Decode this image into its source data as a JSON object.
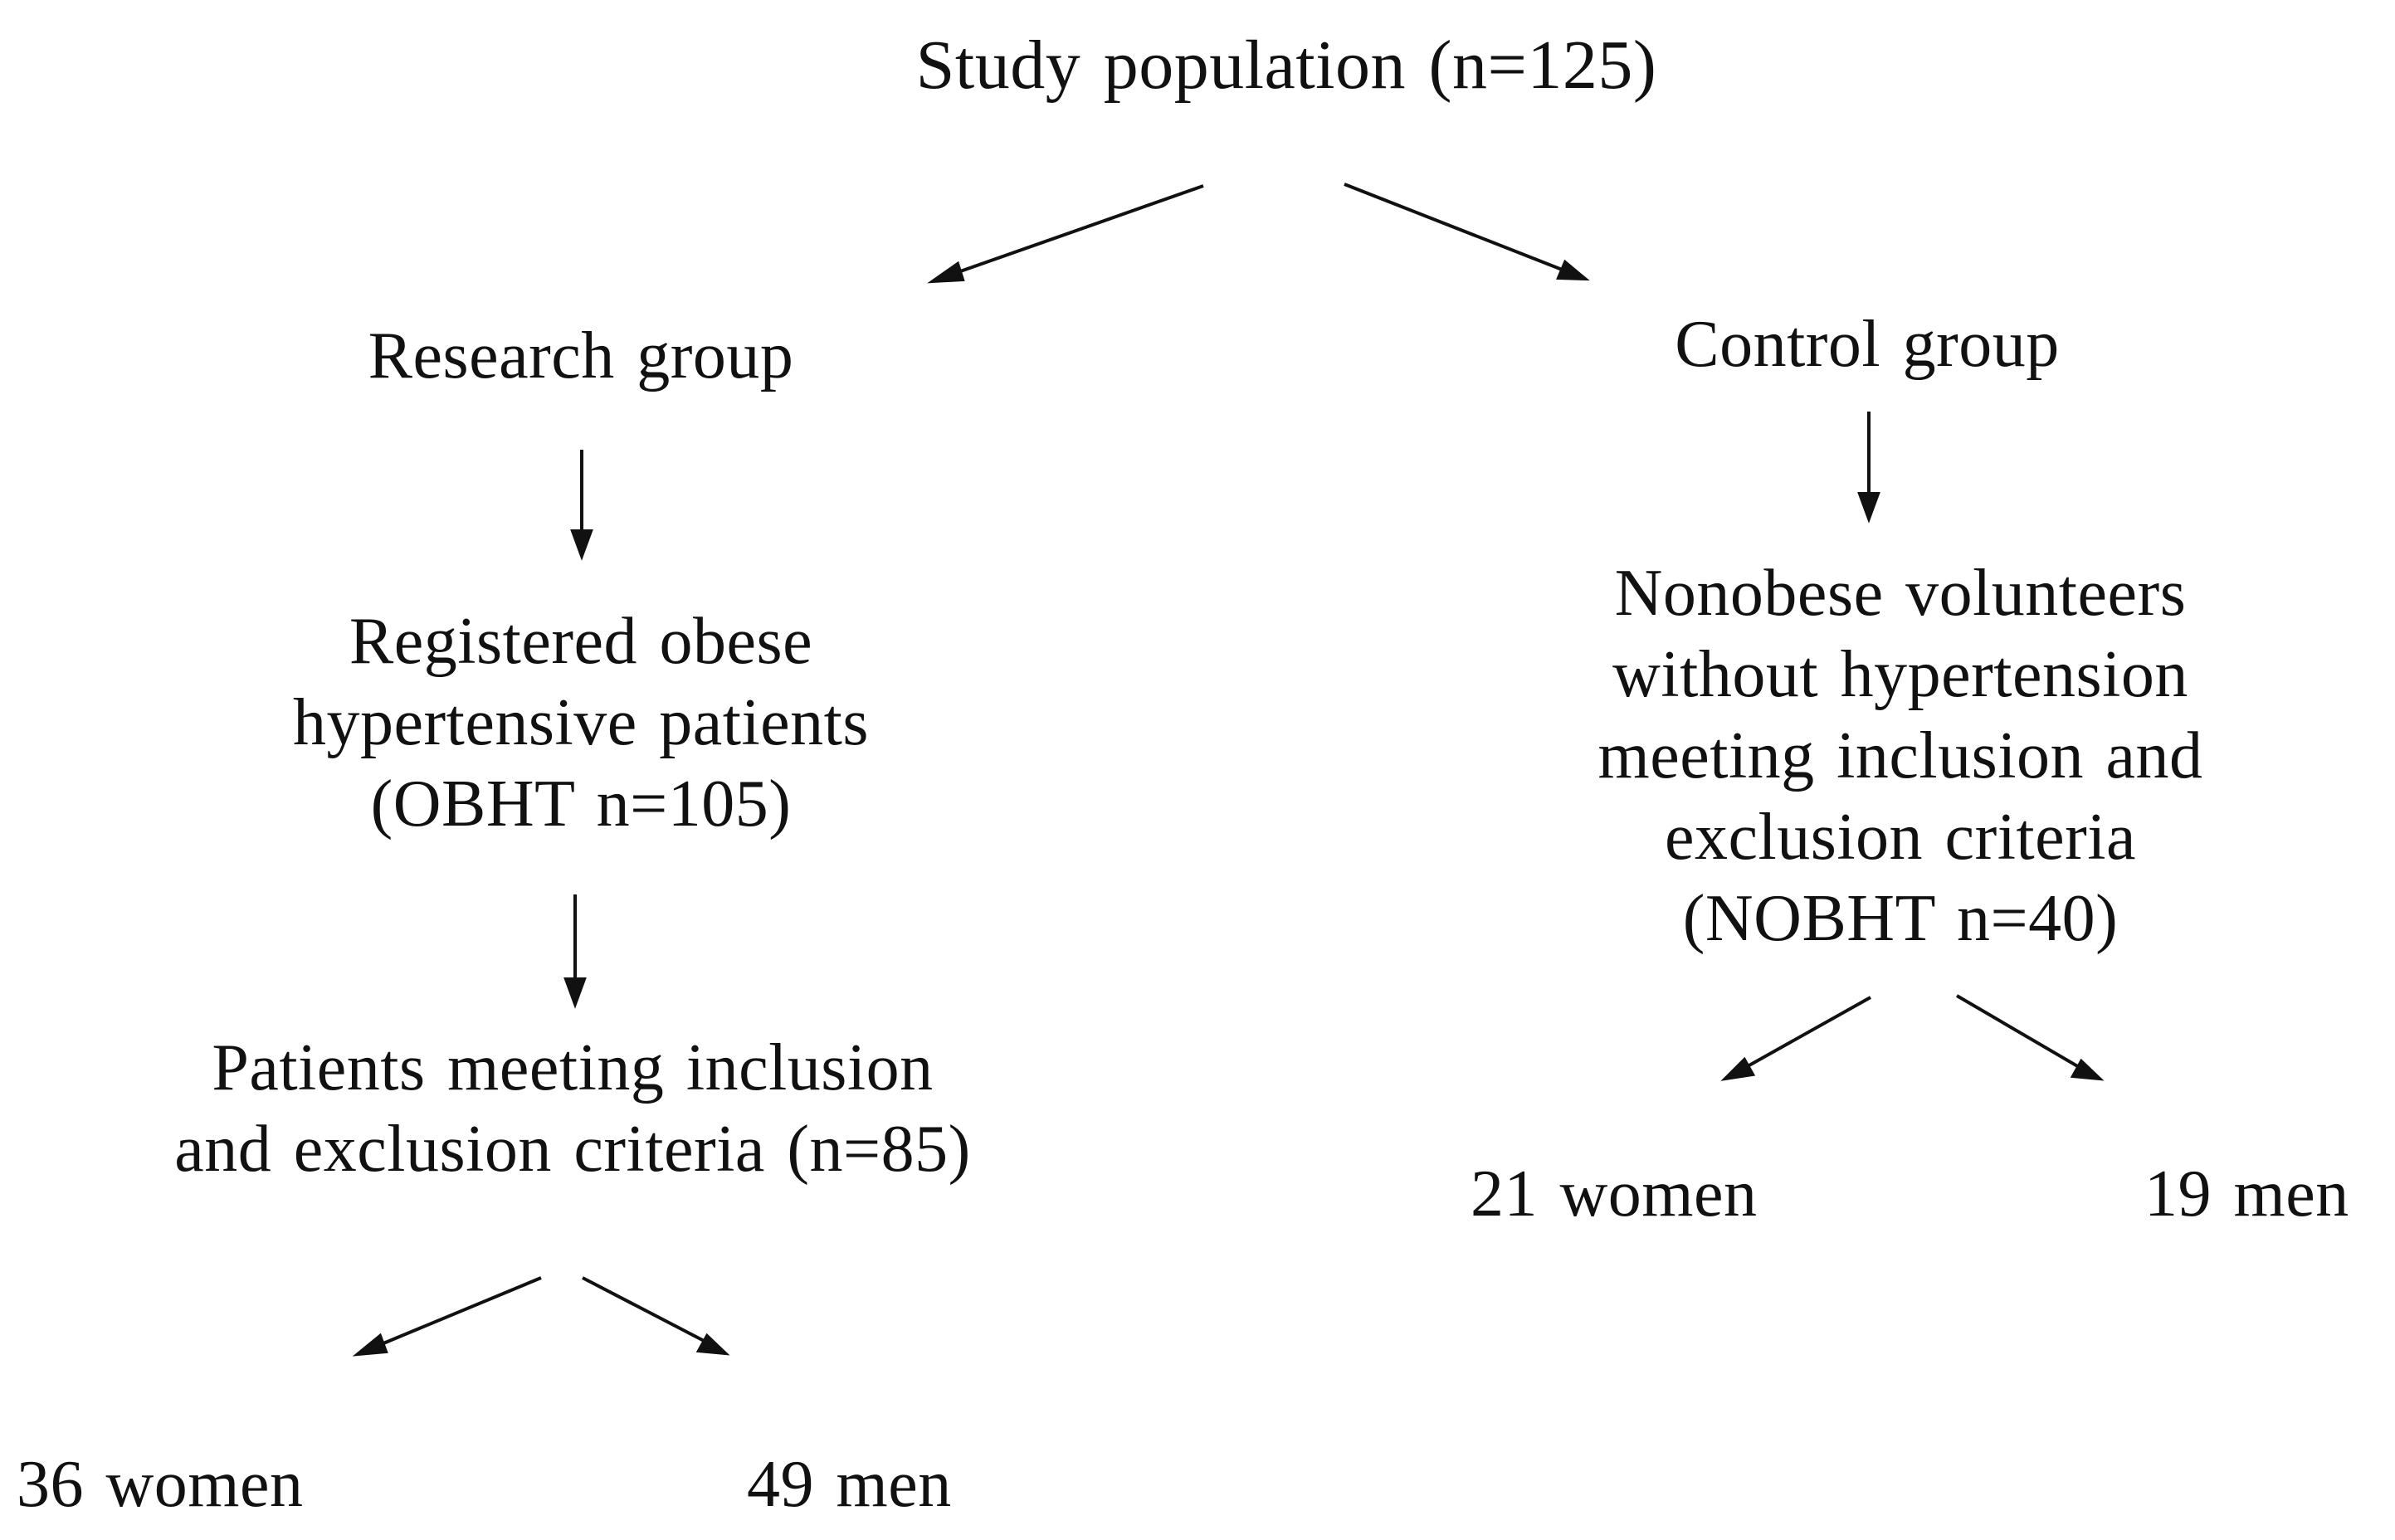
{
  "diagram": {
    "study_population": "Study population (n=125)",
    "research_group": "Research  group",
    "control_group": "Control group",
    "registered_patients": [
      "Registered  obese",
      "hypertensive  patients",
      "(OBHT n=105)"
    ],
    "patients_meeting_criteria": [
      "Patients meeting inclusion",
      "and exclusion criteria (n=85)"
    ],
    "nonobese_volunteers": [
      "Nonobese volunteers",
      "without hypertension",
      "meeting inclusion and",
      "exclusion criteria",
      "(NOBHT n=40)"
    ],
    "research_women": "36 women",
    "research_men": "49 men",
    "control_women": "21 women",
    "control_men": "19 men"
  },
  "colors": {
    "text": "#111111",
    "arrow": "#111111",
    "background": "#ffffff"
  }
}
